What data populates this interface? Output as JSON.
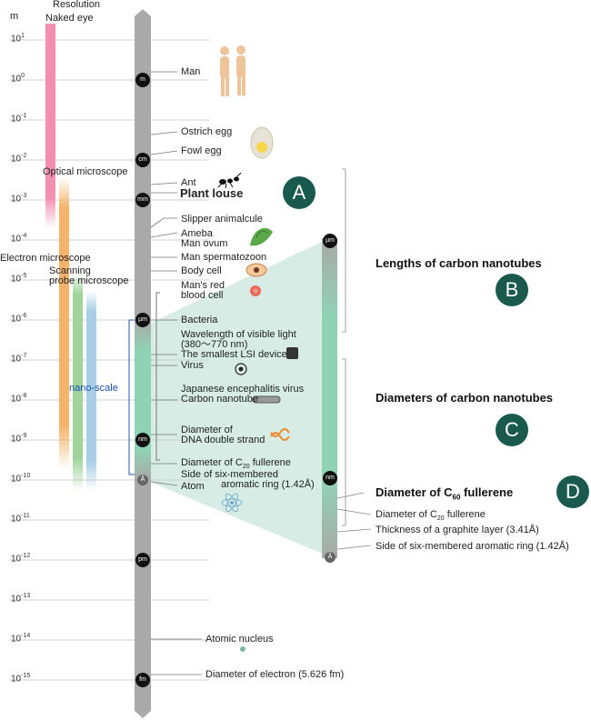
{
  "header": {
    "unit": "m",
    "resolution": "Resolution"
  },
  "exponents": [
    {
      "base": "10",
      "pow": "1"
    },
    {
      "base": "10",
      "pow": "0"
    },
    {
      "base": "10",
      "pow": "-1"
    },
    {
      "base": "10",
      "pow": "-2"
    },
    {
      "base": "10",
      "pow": "-3"
    },
    {
      "base": "10",
      "pow": "-4"
    },
    {
      "base": "10",
      "pow": "-5"
    },
    {
      "base": "10",
      "pow": "-6"
    },
    {
      "base": "10",
      "pow": "-7"
    },
    {
      "base": "10",
      "pow": "-8"
    },
    {
      "base": "10",
      "pow": "-9"
    },
    {
      "base": "10",
      "pow": "-10"
    },
    {
      "base": "10",
      "pow": "-11"
    },
    {
      "base": "10",
      "pow": "-12"
    },
    {
      "base": "10",
      "pow": "-13"
    },
    {
      "base": "10",
      "pow": "-14"
    },
    {
      "base": "10",
      "pow": "-15"
    }
  ],
  "scale_markers": [
    "m",
    "cm",
    "mm",
    "µm",
    "nm",
    "Å",
    "pm",
    "fm"
  ],
  "instruments": {
    "naked_eye": "Naked eye",
    "optical": "Optical microscope",
    "electron": "Electron microscope",
    "scanning_1": "Scanning",
    "scanning_2": "probe microscope",
    "nano_scale": "nano-scale"
  },
  "objects": {
    "man": "Man",
    "ostrich_egg": "Ostrich egg",
    "fowl_egg": "Fowl egg",
    "ant": "Ant",
    "plant_louse": "Plant louse",
    "slipper": "Slipper animalcule",
    "ameba": "Ameba",
    "man_ovum": "Man ovum",
    "spermatozoon": "Man spermatozoon",
    "body_cell": "Body cell",
    "red_cell_1": "Man's red",
    "red_cell_2": "blood cell",
    "bacteria": "Bacteria",
    "visible_1": "Wavelength of visible light",
    "visible_2": "(380～770 nm)",
    "lsi": "The smallest LSI device",
    "virus": "Virus",
    "japanese_virus": "Japanese encephalitis virus",
    "carbon_nanotube": "Carbon nanotube",
    "dna_1": "Diameter of",
    "dna_2": "DNA double strand",
    "c20_pre": "Diameter of C",
    "c20_sub": "20",
    "c20_post": " fullerene",
    "six_ring_1": "Side of six-membered",
    "atom": "Atom",
    "six_ring_2": "aromatic ring (1.42Å)",
    "nucleus": "Atomic nucleus",
    "electron_d": "Diameter of electron (5.626 fm)"
  },
  "zoom": {
    "lengths": "Lengths of carbon nanotubes",
    "diameters": "Diameters of carbon nanotubes",
    "c60_pre": "Diameter of C",
    "c60_sub": "60",
    "c60_post": " fullerene",
    "c20_pre": "Diameter of C",
    "c20_sub": "20",
    "c20_post": " fullerene",
    "graphite": "Thickness of a graphite layer (3.41Å)",
    "six_ring": "Side of six-membered aromatic ring (1.42Å)",
    "markers": [
      "µm",
      "nm",
      "Å"
    ]
  },
  "badges": [
    "A",
    "B",
    "C",
    "D"
  ],
  "colors": {
    "bar": "#a9a9a9",
    "nano_green": "#8fd3b4",
    "zoom_fill": "#d6ece4",
    "badge": "#1a5a4e",
    "naked_eye": "#f48fb1",
    "optical": "#f6b46b",
    "electron": "#9fd39a",
    "scanning": "#a9cfe6",
    "nano_text": "#1a4fb3"
  }
}
